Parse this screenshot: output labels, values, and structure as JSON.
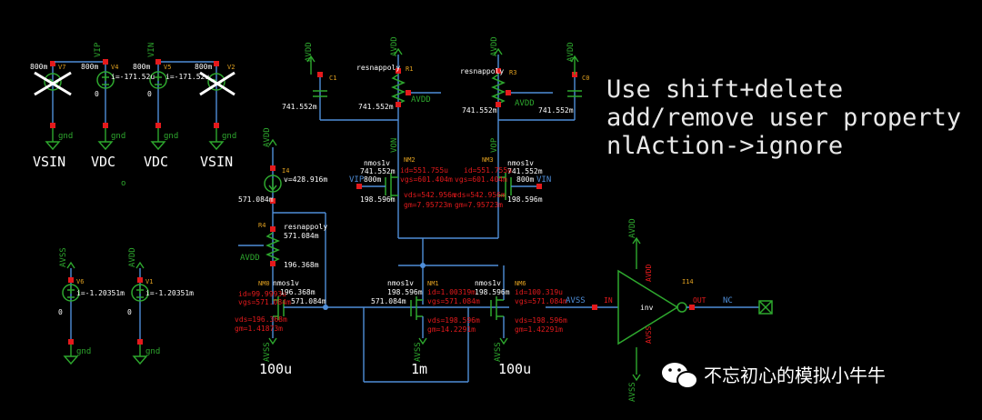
{
  "notes": [
    "Use shift+delete",
    "add/remove user property",
    "nlAction->ignore"
  ],
  "labels": {
    "vip": "VIP",
    "vin": "VIN",
    "vsin_l": "VSIN",
    "vdc1": "VDC",
    "vdc2": "VDC",
    "vsin_r": "VSIN",
    "v_pos_a": "800m",
    "v_pos_b": "800m",
    "v_pos_c": "800m",
    "v_pos_d": "800m",
    "i_v4": "i=-171.52u",
    "i_v5": "i=-171.52u",
    "inst_v7": "V7",
    "inst_v4": "V4",
    "inst_v5": "V5",
    "inst_v2": "V2",
    "avdd": "AVDD",
    "avss": "AVSS",
    "gnd": "gnd",
    "zero": "0",
    "c1": "C1",
    "c0": "C0",
    "r1": "R1",
    "r3": "R3",
    "r4": "R4",
    "i4": "I4",
    "res1": "resnappoly",
    "res3": "resnappoly",
    "res4": "resnappoly",
    "v741a": "741.552m",
    "v741b": "741.552m",
    "v741c": "741.552m",
    "v741d": "741.552m",
    "von": "VON",
    "vop": "VOP",
    "vip2": "VIP",
    "vin2": "VIN",
    "nm2": "NM2",
    "nm3": "NM3",
    "nmos": "nmos1v",
    "id_nm2": "id=551.755u",
    "id_nm3": "id=551.755u",
    "v741e": "741.552m",
    "v741f": "741.552m",
    "v800a": "800m",
    "v800b": "800m",
    "vgs_nm2": "vgs=601.404m",
    "vgs_nm3": "vgs=601.404m",
    "vds_nm2": "vds=542.956m",
    "vds_nm3": "vds=542.956m",
    "v198a": "198.596m",
    "v198b": "198.596m",
    "gm_nm2": "gm=7.95723m",
    "gm_nm3": "gm=7.95723m",
    "i4_val": "v=428.916m",
    "v571a": "571.084m",
    "v571b": "571.084m",
    "v196": "196.368m",
    "nm0": "NM0",
    "id_nm0": "id=99.9993u",
    "vgs_nm0": "vgs=571.084m",
    "v196b": "196.368m",
    "v571c": "571.084m",
    "vds_nm0": "vds=196.368m",
    "gm_nm0": "gm=1.41873m",
    "nm1": "NM1",
    "nm6": "NM6",
    "v198c": "198.596m",
    "v198d": "198.596m",
    "id_nm1": "id=1.00319m",
    "id_nm6": "id=100.319u",
    "v571d": "571.084m",
    "vgs_nm1": "vgs=571.084m",
    "vgs_nm6": "vgs=571.084m",
    "vds_nm1": "vds=198.596m",
    "vds_nm6": "vds=198.596m",
    "gm_nm1": "gm=14.2291m",
    "gm_nm6": "gm=1.42291m",
    "w100a": "100u",
    "w1m": "1m",
    "w100b": "100u",
    "v6": "V6",
    "v1": "V1",
    "i_v6": "i=-1.20351m",
    "i_v1": "i=-1.20351m",
    "in": "IN",
    "out": "OUT",
    "nc": "NC",
    "inv": "inv",
    "i14": "I14",
    "o": "o",
    "watermark": "不忘初心的模拟小牛牛"
  },
  "colors": {
    "wire": "#4f8ed8",
    "component": "#2ea82e",
    "pin": "#e41a1c",
    "instance": "#e0a020",
    "text": "#ffffff"
  }
}
